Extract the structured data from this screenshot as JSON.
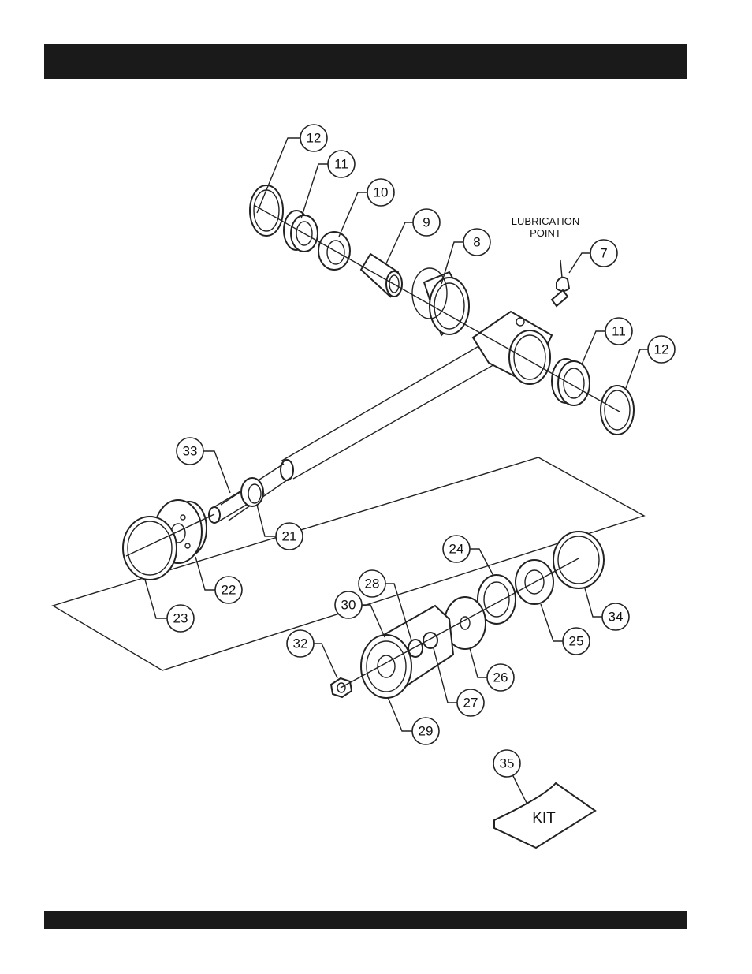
{
  "header": {
    "title": ""
  },
  "footer": {
    "text": ""
  },
  "annotations": {
    "lubrication_line1": "LUBRICATION",
    "lubrication_line2": "POINT",
    "kit": "KIT"
  },
  "callouts": {
    "c12a": "12",
    "c11a": "11",
    "c10": "10",
    "c9": "9",
    "c8": "8",
    "c7": "7",
    "c11b": "11",
    "c12b": "12",
    "c33": "33",
    "c21": "21",
    "c22": "22",
    "c23": "23",
    "c24": "24",
    "c25": "25",
    "c34": "34",
    "c28": "28",
    "c30": "30",
    "c32": "32",
    "c26": "26",
    "c27": "27",
    "c29": "29",
    "c35": "35"
  }
}
